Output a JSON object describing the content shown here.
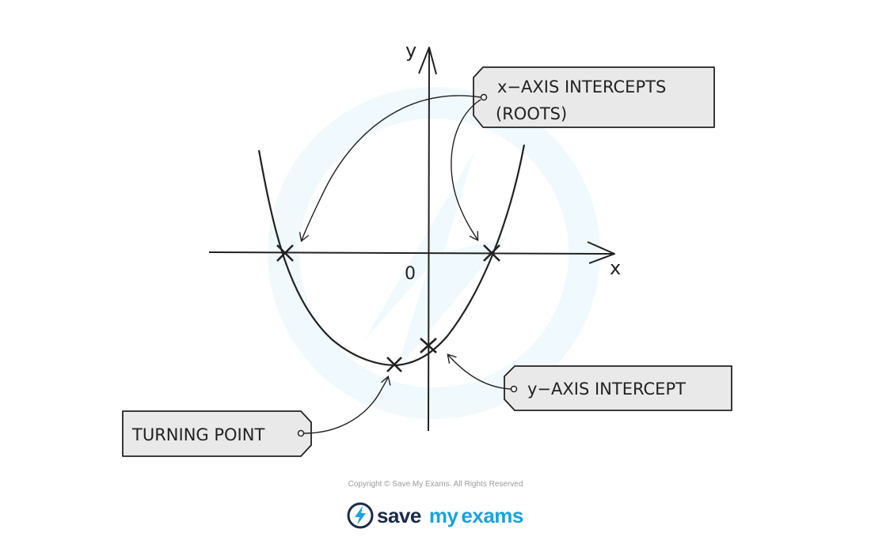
{
  "diagram": {
    "axis_labels": {
      "x": "x",
      "y": "y",
      "origin": "0"
    },
    "callouts": {
      "roots_line1": "x−AXIS  INTERCEPTS",
      "roots_line2": "(ROOTS)",
      "y_intercept": "y−AXIS  INTERCEPT",
      "turning_point": "TURNING  POINT"
    }
  },
  "footer": {
    "copyright": "Copyright © Save My Exams. All Rights Reserved",
    "logo_save": "save",
    "logo_my": "my",
    "logo_exams": "exams"
  },
  "colors": {
    "ink": "#222222",
    "box_fill": "#e9e9e9",
    "brand_dark": "#1b2b4a",
    "brand_blue": "#1aa1e0"
  }
}
